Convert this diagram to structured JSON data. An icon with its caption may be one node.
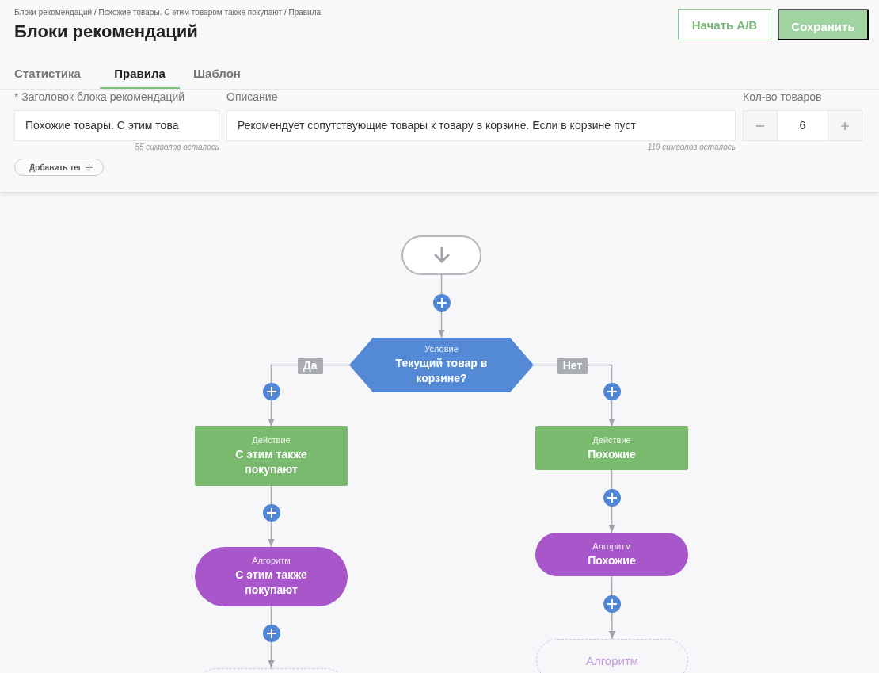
{
  "diagram": {
    "nodes": [
      {
        "text": [],
        "shape": "pill"
      },
      {
        "text": [
          "Условие",
          "Текущий товар в корзине?"
        ]
      },
      {
        "text": [
          "Действие",
          "С этим также покупают"
        ]
      },
      {
        "text": [
          "Алгоритм",
          "С этим также покупают"
        ]
      },
      {
        "text": [],
        "shape": "pill"
      },
      {
        "text": [
          "Действие",
          "Похожие"
        ]
      },
      {
        "text": [
          "Алгоритм",
          "Похожие"
        ]
      },
      {
        "text": [
          "Алгоритм"
        ]
      }
    ],
    "edges": [
      {
        "from": 0,
        "to": 1,
        "arrow": "to"
      },
      {
        "from": 1,
        "to": 2,
        "arrow": "to",
        "label": "Да"
      },
      {
        "from": 1,
        "to": 5,
        "arrow": "to",
        "label": "Нет"
      },
      {
        "from": 2,
        "to": 3,
        "arrow": "to"
      },
      {
        "from": 3,
        "to": 4,
        "arrow": "to"
      },
      {
        "from": 5,
        "to": 6,
        "arrow": "to"
      },
      {
        "from": 6,
        "to": 7,
        "arrow": "to"
      }
    ],
    "labels": [
      "Блоки рекомендаций / Похожие товары. С этим товаром также покупают / Правила",
      "Блоки рекомендаций",
      "Начать А/В",
      "Сохранить",
      "Статистика",
      "Правила",
      "Шаблон",
      "* Заголовок блока рекомендаций",
      "Описание",
      "Кол-во товаров",
      "Похожие товары. С этим това",
      "Рекомендует сопутствующие товары к товару в корзине. Если в корзине пуст",
      "6",
      "55 символов осталось",
      "119 символов осталось",
      "Добавить тег"
    ]
  }
}
